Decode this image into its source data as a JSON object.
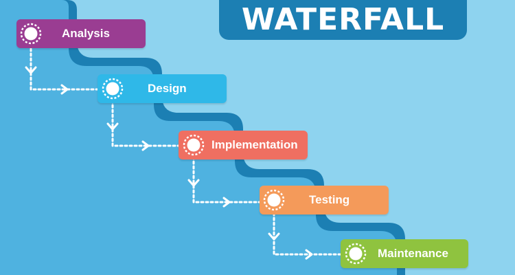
{
  "title": "WATERFALL",
  "steps": [
    {
      "label": "Analysis",
      "color": "#9a3d92"
    },
    {
      "label": "Design",
      "color": "#2fb8e8"
    },
    {
      "label": "Implementation",
      "color": "#ef6f61"
    },
    {
      "label": "Testing",
      "color": "#f49a5a"
    },
    {
      "label": "Maintenance",
      "color": "#8fc33f"
    }
  ],
  "colors": {
    "background": "#8ed3ef",
    "staircase": "#4fb2e0",
    "staircase_edge": "#1c7fb3",
    "title_box": "#1c7fb3",
    "connector": "#ffffff"
  },
  "icons": [
    "step-node-icon",
    "arrow-right-icon",
    "arrow-down-icon"
  ]
}
